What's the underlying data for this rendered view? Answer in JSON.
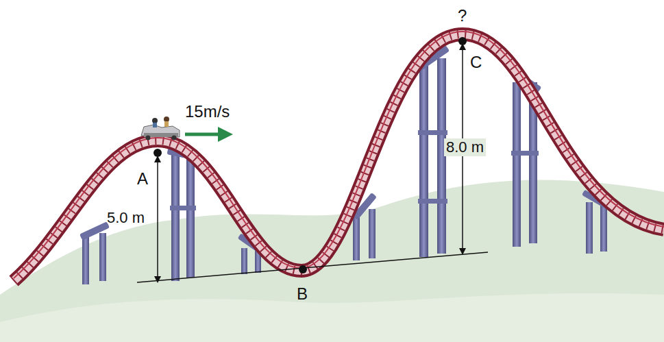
{
  "diagram": {
    "labels": [
      "15m/s",
      "A",
      "5.0 m",
      "B",
      "?",
      "C",
      "8.0 m"
    ]
  }
}
